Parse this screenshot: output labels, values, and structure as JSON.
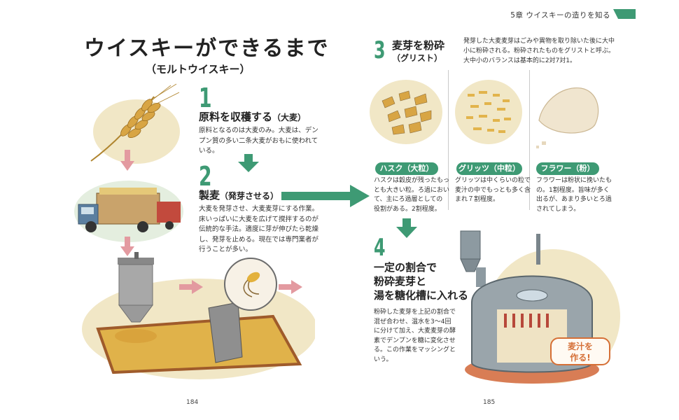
{
  "header": {
    "chapter": "5章 ウイスキーの造りを知る",
    "accent": "#3e9a74"
  },
  "title": {
    "main": "ウイスキーができるまで",
    "sub": "（モルトウイスキー）"
  },
  "steps": [
    {
      "num": "1",
      "title": "原料を収穫する",
      "paren": "（大麦）",
      "body": [
        "原料となるのは大麦のみ。大麦は、デン",
        "プン質の多い二条大麦がおもに使われて",
        "いる。"
      ]
    },
    {
      "num": "2",
      "title": "製麦",
      "paren": "（発芽させる）",
      "body": [
        "大麦を発芽させ、大麦麦芽にする作業。",
        "床いっぱいに大麦を広げて撹拌するのが",
        "伝統的な手法。適度に芽が伸びたら乾燥",
        "し、発芽を止める。現在では専門業者が",
        "行うことが多い。"
      ]
    },
    {
      "num": "3",
      "title": "麦芽を粉砕",
      "paren": "（グリスト）",
      "body": [
        "発芽した大麦麦芽はごみや異物を取り除いた後に大中",
        "小に粉砕される。粉砕されたものをグリストと呼ぶ。",
        "大中小のバランスは基本的に2対7対1。"
      ]
    },
    {
      "num": "4",
      "title_lines": [
        "一定の割合で",
        "粉砕麦芽と",
        "湯を糖化槽に入れる"
      ],
      "body": [
        "粉砕した麦芽を上記の割合で",
        "混ぜ合わせ、温水を3～4回",
        "に分けて加え、大麦麦芽の酵",
        "素でデンプンを糖に変化させ",
        "る。この作業をマッシングと",
        "いう。"
      ]
    }
  ],
  "grist_types": [
    {
      "label": "ハスク（大粒）",
      "body": [
        "ハスクは穀皮が残ったもっ",
        "とも大きい粒。ろ過におい",
        "て、主にろ過層としての",
        "役割がある。2割程度。"
      ]
    },
    {
      "label": "グリッツ（中粒）",
      "body": [
        "グリッツは中くらいの粒で",
        "麦汁の中でもっとも多く含",
        "まれ７割程度。"
      ]
    },
    {
      "label": "フラワー（粉）",
      "body": [
        "フラワーは粉状に挽いたも",
        "の。1割程度。旨味が多く",
        "出るが、あまり多いとろ過",
        "されてしまう。"
      ]
    }
  ],
  "badge": {
    "line1": "麦汁を",
    "line2": "作る!"
  },
  "pages": {
    "left": "184",
    "right": "185"
  },
  "colors": {
    "green": "#3e9a74",
    "pink_arrow": "#e39aa0",
    "orange": "#d56f36"
  }
}
